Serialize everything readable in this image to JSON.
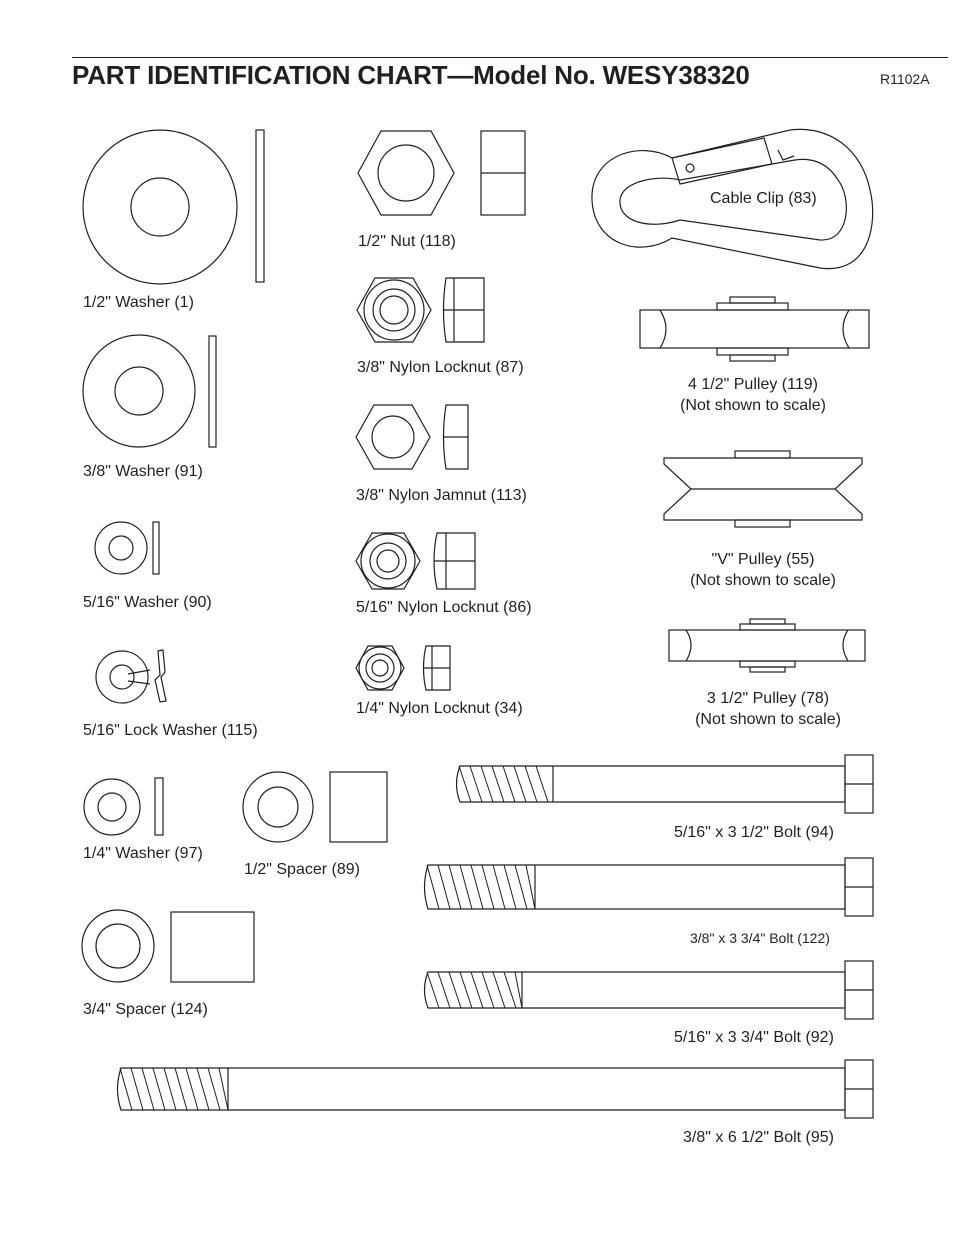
{
  "header": {
    "title": "PART IDENTIFICATION CHART—Model No. WESY38320",
    "code": "R1102A"
  },
  "parts": {
    "washer_1": "1/2\" Washer (1)",
    "washer_91": "3/8\" Washer (91)",
    "washer_90": "5/16\" Washer (90)",
    "lock_washer_115": "5/16\" Lock Washer (115)",
    "washer_97": "1/4\" Washer (97)",
    "spacer_89": "1/2\" Spacer (89)",
    "spacer_124": "3/4\" Spacer (124)",
    "nut_118": "1/2\" Nut (118)",
    "locknut_87": "3/8\" Nylon Locknut (87)",
    "jamnut_113": "3/8\" Nylon Jamnut (113)",
    "locknut_86": "5/16\" Nylon Locknut (86)",
    "locknut_34": "1/4\" Nylon Locknut (34)",
    "cable_clip_83": "Cable Clip (83)",
    "pulley_119": "4 1/2\" Pulley (119)",
    "pulley_55": "\"V\" Pulley (55)",
    "pulley_78": "3 1/2\" Pulley (78)",
    "not_to_scale": "(Not shown to scale)",
    "bolt_94": "5/16\" x 3 1/2\" Bolt (94)",
    "bolt_122": "3/8\" x 3 3/4\" Bolt (122)",
    "bolt_92": "5/16\" x 3 3/4\" Bolt (92)",
    "bolt_95": "3/8\" x 6 1/2\" Bolt (95)"
  }
}
